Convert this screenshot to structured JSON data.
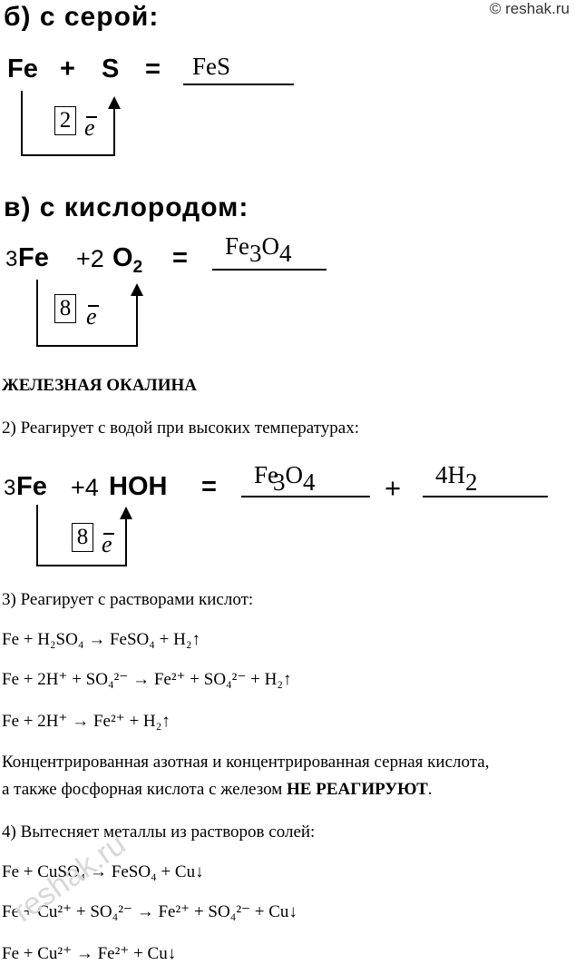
{
  "copyright": "© reshak.ru",
  "watermark": "reshak.ru",
  "section_b": {
    "heading": "б) с серой:",
    "reactant1": "Fe",
    "plus": "+",
    "reactant2": "S",
    "equals": "=",
    "product": "FeS",
    "electrons_count": "2",
    "electron_symbol": "e"
  },
  "section_v": {
    "heading": "в) с кислородом:",
    "coef1": "3",
    "reactant1": "Fe",
    "plus_coef2": "+2",
    "reactant2_main": "O",
    "reactant2_sub": "2",
    "equals": "=",
    "product_a": "Fe",
    "product_sub1": "3",
    "product_b": "O",
    "product_sub2": "4",
    "electrons_count": "8",
    "electron_symbol": "e"
  },
  "oxide_name": "ЖЕЛЕЗНАЯ ОКАЛИНА",
  "point2": "2) Реагирует с водой при высоких температурах:",
  "section_water": {
    "coef1": "3",
    "reactant1": "Fe",
    "plus_coef2": "+4",
    "reactant2": "HOH",
    "equals": "=",
    "product_a": "Fe",
    "product_sub1": "3",
    "product_b": "O",
    "product_sub2": "4",
    "plus": "+",
    "product2_main": "4H",
    "product2_sub": "2",
    "electrons_count": "8",
    "electron_symbol": "e"
  },
  "point3": "3) Реагирует с растворами кислот:",
  "acid_eq1": "Fe + H₂SO₄ → FeSO₄ + H₂↑",
  "acid_eq2": "Fe + 2H⁺ + SO₄²⁻ → Fe²⁺ + SO₄²⁻ + H₂↑",
  "acid_eq3": "Fe + 2H⁺ → Fe²⁺ + H₂↑",
  "note_line1": "Концентрированная азотная и концентрированная серная кислота,",
  "note_line2_prefix": "а также фосфорная кислота с железом ",
  "note_line2_bold": "НЕ РЕАГИРУЮТ",
  "note_line2_suffix": ".",
  "point4": "4) Вытесняет металлы из растворов солей:",
  "salt_eq1": "Fe + CuSO₄ → FeSO₄ + Cu↓",
  "salt_eq2": "Fe + Cu²⁺ + SO₄²⁻ → Fe²⁺ + SO₄²⁻ + Cu↓",
  "salt_eq3": "Fe + Cu²⁺ → Fe²⁺ + Cu↓"
}
